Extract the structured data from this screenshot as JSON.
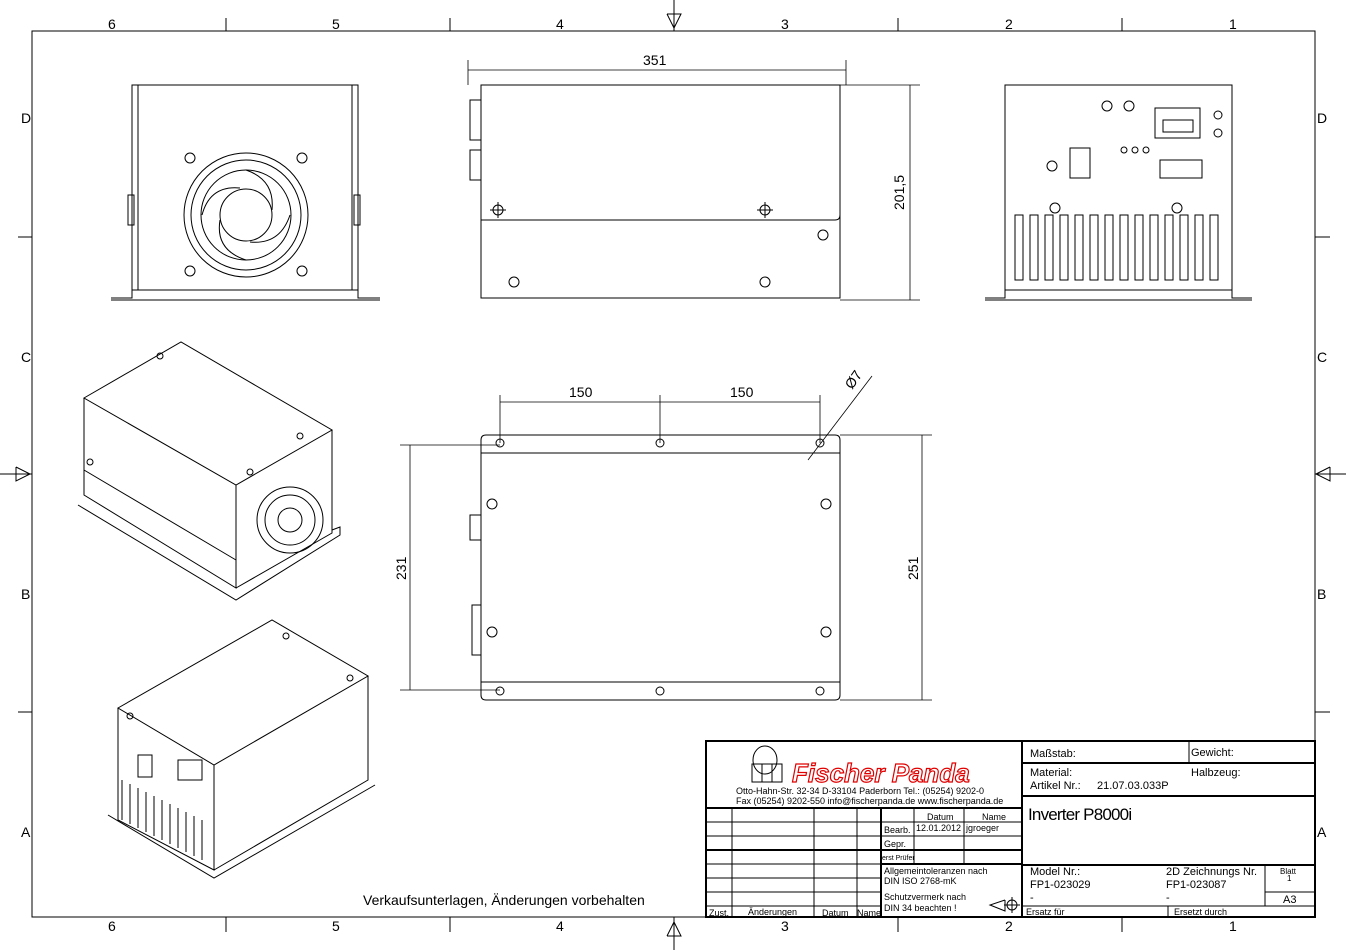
{
  "frame": {
    "columns": [
      "6",
      "5",
      "4",
      "3",
      "2",
      "1"
    ],
    "rows": [
      "D",
      "C",
      "B",
      "A"
    ]
  },
  "dimensions": {
    "top_width": "351",
    "side_height": "201,5",
    "hole_spacing_1": "150",
    "hole_spacing_2": "150",
    "hole_diameter": "Ø7",
    "inner_depth": "231",
    "outer_depth": "251"
  },
  "note": "Verkaufsunterlagen, Änderungen vorbehalten",
  "title_block": {
    "company": "Fischer Panda",
    "address_line1": "Otto-Hahn-Str. 32-34   D-33104 Paderborn   Tel.: (05254) 9202-0",
    "address_line2": "Fax (05254) 9202-550  info@fischerpanda.de  www.fischerpanda.de",
    "datum_header": "Datum",
    "name_header": "Name",
    "bearb_label": "Bearb.",
    "bearb_date": "12.01.2012",
    "bearb_name": "jgroeger",
    "gepr_label": "Gepr.",
    "erst_pruefer_label": "erst Prüfer",
    "tolerance_line1": "Allgemeintoleranzen nach",
    "tolerance_line2": "DIN ISO 2768-mK",
    "protection_line1": "Schutzvermerk nach",
    "protection_line2": "DIN 34 beachten !",
    "zust_label": "Zust.",
    "aenderungen_label": "Änderungen",
    "datum_label": "Datum",
    "name_label": "Name",
    "massstab_label": "Maßstab:",
    "gewicht_label": "Gewicht:",
    "material_label": "Material:",
    "halbzeug_label": "Halbzeug:",
    "artikel_label": "Artikel Nr.:",
    "artikel_value": "21.07.03.033P",
    "title": "Inverter P8000i",
    "model_label": "Model Nr.:",
    "model_value": "FP1-023029",
    "model_dash": "-",
    "drawing_label": "2D Zeichnungs Nr.",
    "drawing_value": "FP1-023087",
    "drawing_dash": "-",
    "blatt_label": "Blatt",
    "blatt_value": "1",
    "format": "A3",
    "ersatz_fuer_label": "Ersatz für",
    "ersetzt_durch_label": "Ersetzt durch"
  }
}
